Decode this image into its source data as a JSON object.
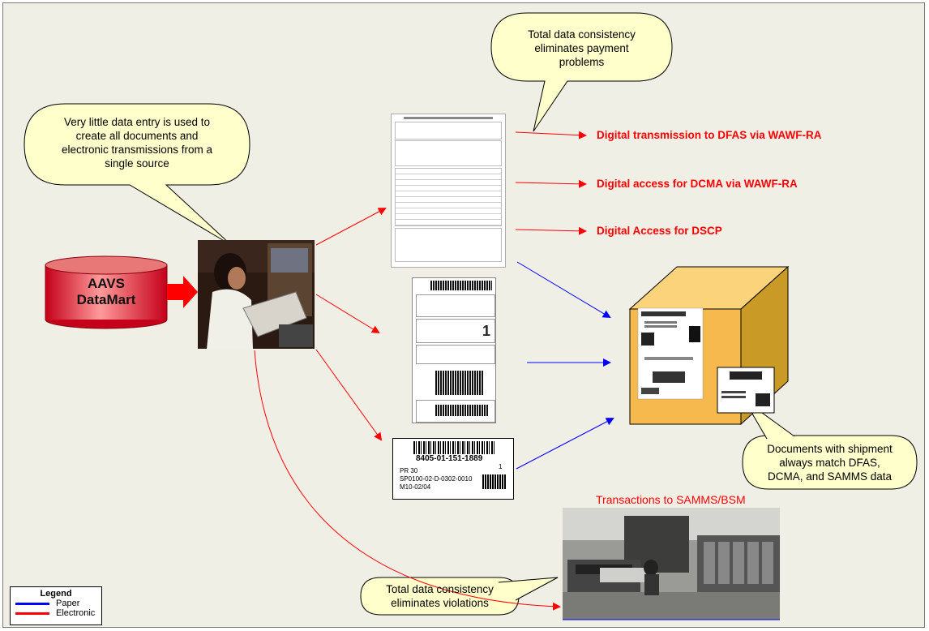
{
  "datamart": {
    "line1": "AAVS",
    "line2": "DataMart"
  },
  "bubbles": {
    "top_left": [
      "Very little data entry is used to",
      "create all documents and",
      "electronic transmissions from a",
      "single source"
    ],
    "top_right": [
      "Total data consistency",
      "eliminates payment",
      "problems"
    ],
    "right": [
      "Documents with shipment",
      "always match DFAS,",
      "DCMA, and SAMMS data"
    ],
    "bottom": [
      "Total data consistency",
      "eliminates violations"
    ]
  },
  "transmissions": {
    "dfas": "Digital transmission to DFAS via WAWF-RA",
    "dcma": "Digital access for DCMA via WAWF-RA",
    "dscp": "Digital Access for DSCP",
    "samms": "Transactions to SAMMS/BSM"
  },
  "label": {
    "nsn": "8405-01-151-1889",
    "pr": "PR  30",
    "contract": "SP0100-02-D-0302-0010",
    "date": "M10-02/04",
    "ea": "1"
  },
  "legend": {
    "title": "Legend",
    "paper": "Paper",
    "electronic": "Electronic"
  },
  "colors": {
    "paper": "#0000ff",
    "electronic": "#ff0000",
    "bubble": "#ffffcc",
    "box": "#f5b94d"
  }
}
